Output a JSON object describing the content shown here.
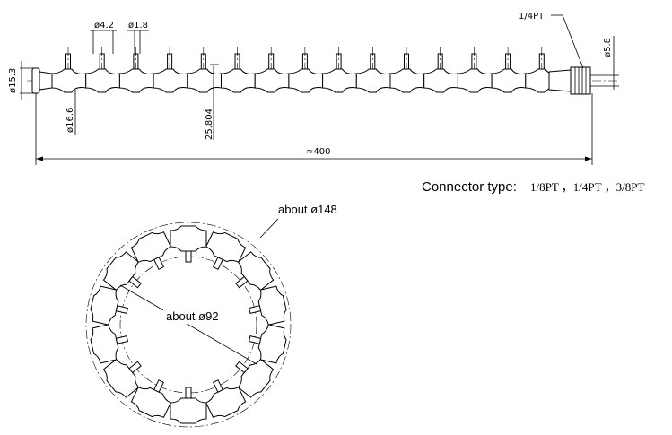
{
  "top_view": {
    "labels": {
      "dia_4_2": "ø4.2",
      "dia_1_8": "ø1.8",
      "dia_15_3": "ø15.3",
      "dia_16_6": "ø16.6",
      "len_25_804": "25.804",
      "connector": "1/4PT",
      "dia_5_8": "ø5.8",
      "length": "≈400"
    }
  },
  "connector_type": {
    "label": "Connector type:",
    "values": "1/8PT ，1/4PT ，3/8PT"
  },
  "ring_view": {
    "outer_label": "about ø148",
    "inner_label": "about ø92"
  }
}
